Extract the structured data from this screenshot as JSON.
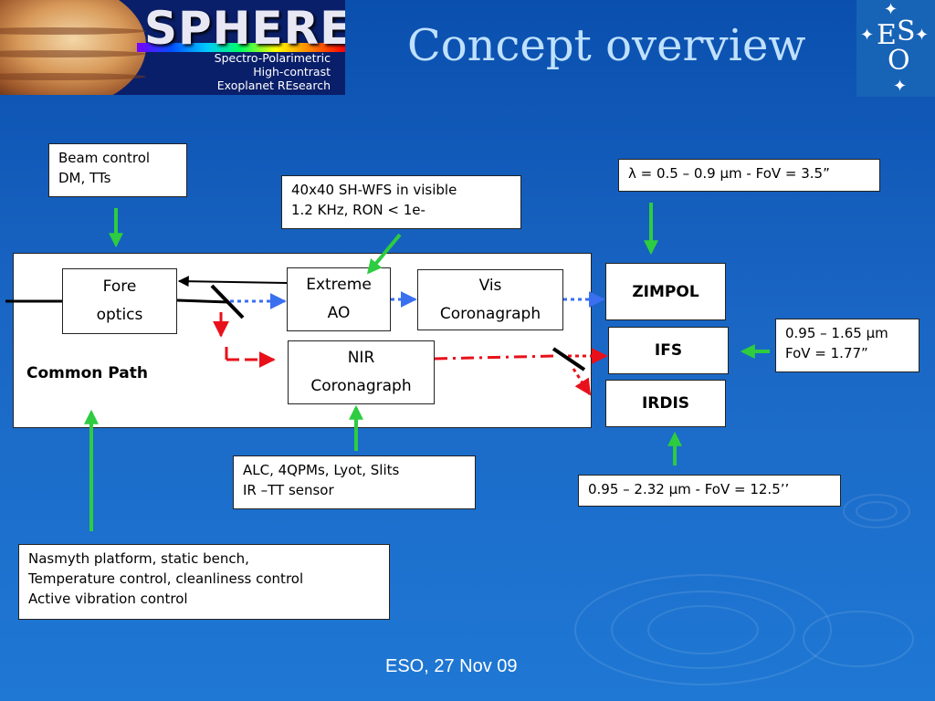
{
  "logo": {
    "title": "SPHERE",
    "subtitle_lines": [
      "Spectro-Polarimetric",
      "High-contrast",
      "Exoplanet REsearch"
    ]
  },
  "slide": {
    "title": "Concept overview",
    "footer": "ESO, 27 Nov 09"
  },
  "eso_logo": {
    "letters": [
      "E",
      "S",
      "O"
    ]
  },
  "notes": {
    "beam_control": [
      "Beam control",
      "DM, TTs"
    ],
    "wfs": [
      "40x40 SH-WFS in visible",
      "1.2 KHz, RON < 1e-"
    ],
    "zimpol_spec": [
      "λ = 0.5 – 0.9 μm - FoV = 3.5”"
    ],
    "ifs_spec": [
      "0.95 – 1.65 μm",
      "FoV = 1.77”"
    ],
    "coronagraph_spec": [
      "ALC, 4QPMs, Lyot, Slits",
      "IR –TT sensor"
    ],
    "irdis_spec": [
      "0.95 – 2.32 μm -  FoV = 12.5’’"
    ],
    "platform": [
      "Nasmyth platform, static bench,",
      "Temperature control, cleanliness control",
      "Active vibration control"
    ]
  },
  "common_path": {
    "label": "Common Path",
    "fore_optics": [
      "Fore",
      "optics"
    ],
    "extreme_ao": [
      "Extreme",
      "AO"
    ],
    "vis_coronagraph": [
      "Vis",
      "Coronagraph"
    ],
    "nir_coronagraph": [
      "NIR",
      "Coronagraph"
    ]
  },
  "instruments": {
    "zimpol": "ZIMPOL",
    "ifs": "IFS",
    "irdis": "IRDIS"
  },
  "colors": {
    "arrow_green": "#2ecc40",
    "vis_path_blue": "#3a6ff0",
    "nir_path_red": "#e8101a",
    "title_color": "#bfe1ff"
  }
}
